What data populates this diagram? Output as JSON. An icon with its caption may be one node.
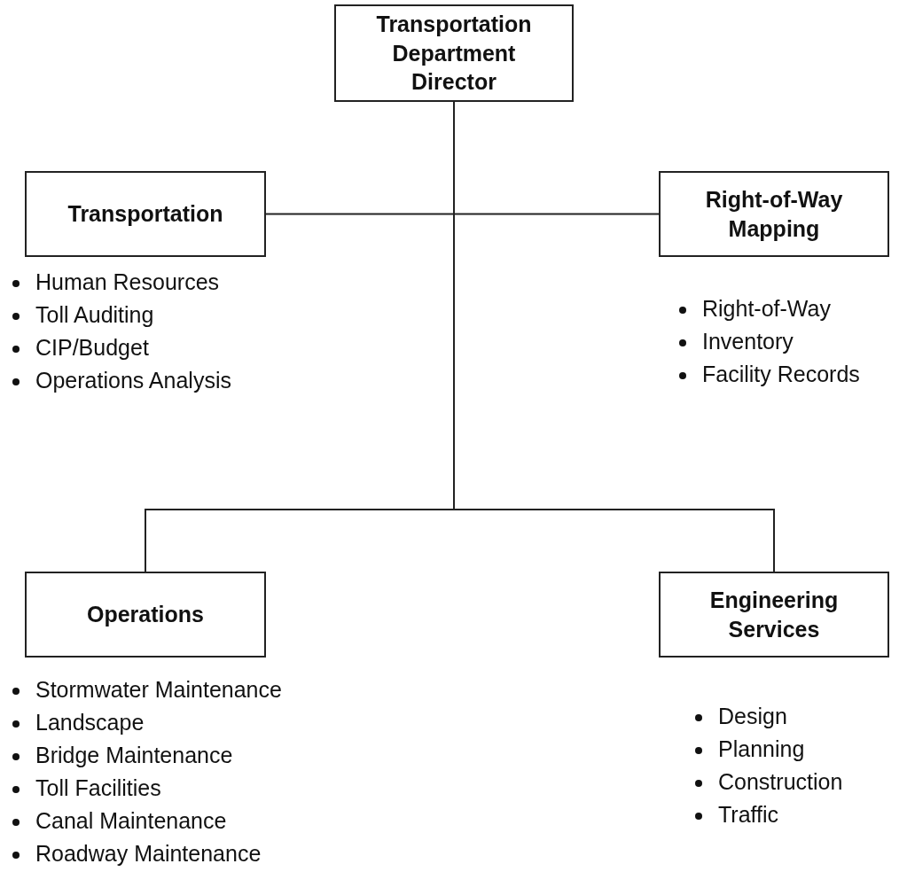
{
  "diagram": {
    "nodes": [
      {
        "text": [
          "Transportation Department Director"
        ]
      },
      {
        "text": [
          "Transportation"
        ],
        "beside": [
          "Human Resources",
          "Toll Auditing",
          "CIP/Budget",
          "Operations Analysis"
        ]
      },
      {
        "text": [
          "Right-of-Way Mapping"
        ],
        "beside": [
          "Right-of-Way",
          "Inventory",
          "Facility Records"
        ]
      },
      {
        "text": [
          "Operations"
        ],
        "beside": [
          "Stormwater Maintenance",
          "Landscape",
          "Bridge Maintenance",
          "Toll Facilities",
          "Canal Maintenance",
          "Roadway Maintenance"
        ]
      },
      {
        "text": [
          "Engineering Services"
        ],
        "beside": [
          "Design",
          "Planning",
          "Construction",
          "Traffic"
        ]
      }
    ],
    "edges": [
      {
        "from": 0,
        "to": 1,
        "arrow": "none"
      },
      {
        "from": 0,
        "to": 2,
        "arrow": "none"
      },
      {
        "from": 0,
        "to": 3,
        "arrow": "none"
      },
      {
        "from": 0,
        "to": 4,
        "arrow": "none"
      }
    ]
  }
}
